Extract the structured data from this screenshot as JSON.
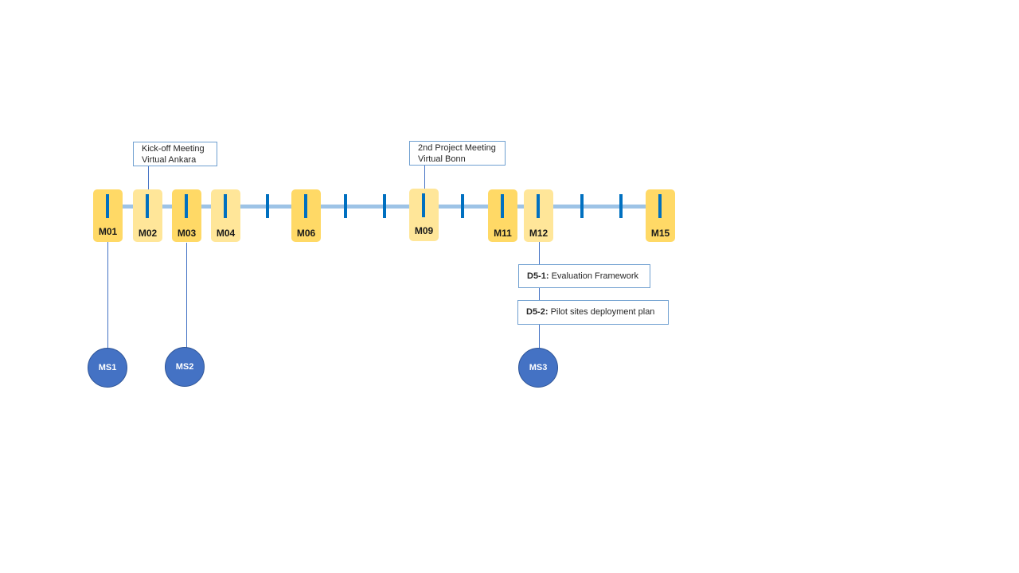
{
  "months": [
    {
      "label": "M01"
    },
    {
      "label": "M02"
    },
    {
      "label": "M03"
    },
    {
      "label": "M04"
    },
    {
      "label": "M06"
    },
    {
      "label": "M09"
    },
    {
      "label": "M11"
    },
    {
      "label": "M12"
    },
    {
      "label": "M15"
    }
  ],
  "events": {
    "kickoff": {
      "line1": "Kick-off Meeting",
      "line2": "Virtual Ankara"
    },
    "second_meeting": {
      "line1": "2nd Project Meeting",
      "line2": "Virtual Bonn"
    }
  },
  "deliverables": [
    {
      "code": "D5-1:",
      "title": "Evaluation Framework"
    },
    {
      "code": "D5-2:",
      "title": "Pilot sites deployment plan"
    }
  ],
  "milestones": [
    {
      "label": "MS1"
    },
    {
      "label": "MS2"
    },
    {
      "label": "MS3"
    }
  ],
  "colors": {
    "timeline": "#9dc3e6",
    "tick": "#0070c0",
    "month_highlight": "#ffd966",
    "month_light": "#ffe699",
    "milestone": "#4472c4"
  }
}
